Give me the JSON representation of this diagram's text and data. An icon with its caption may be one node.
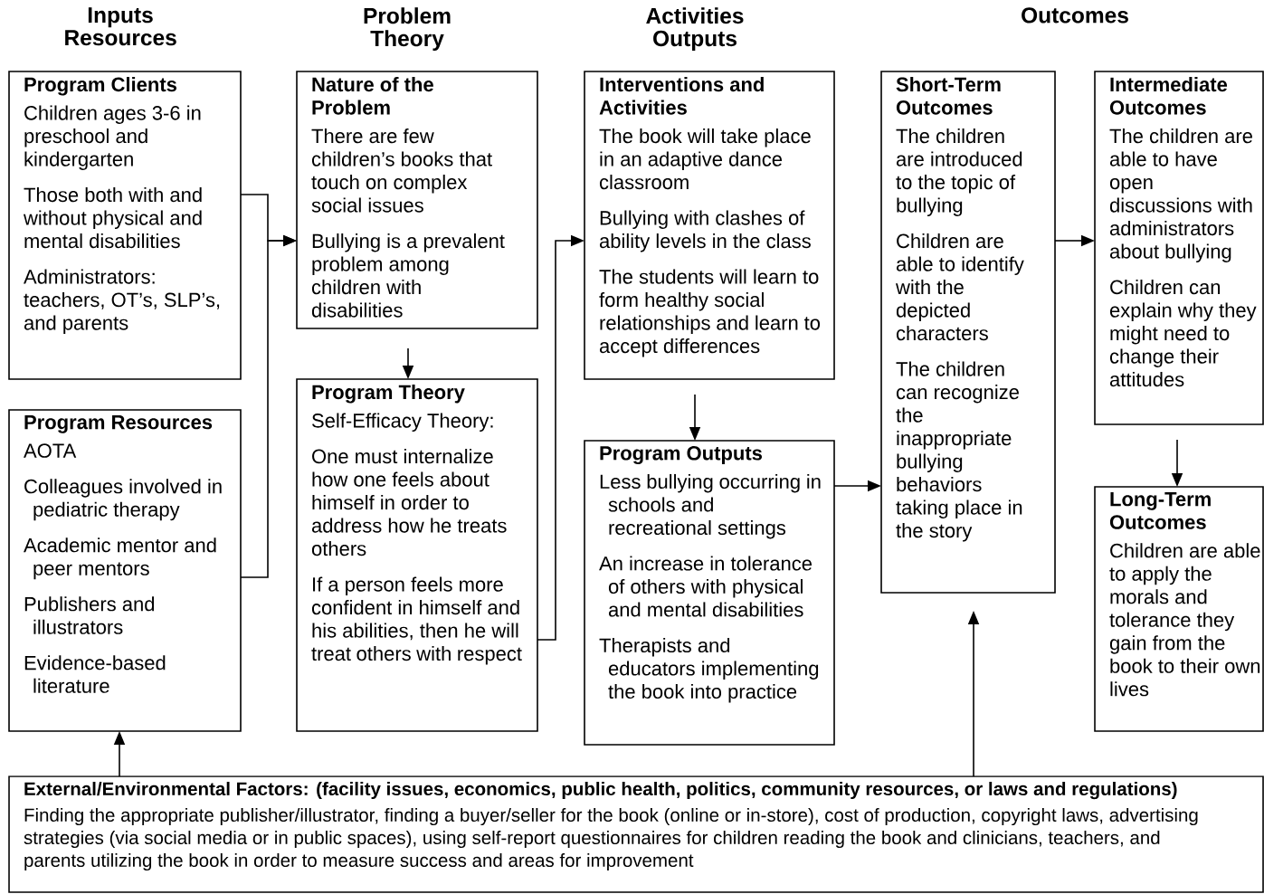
{
  "diagram": {
    "nodes": [
      {
        "text": [
          "Program Clients",
          "Children ages 3-6 in preschool and kindergarten",
          "Those both with and without physical and mental disabilities",
          "Administrators: teachers, OT’s, SLP’s, and parents"
        ]
      },
      {
        "text": [
          "Program Resources",
          "AOTA",
          "Colleagues involved in pediatric therapy",
          "Academic mentor and peer mentors",
          "Publishers and illustrators",
          "Evidence-based literature"
        ]
      },
      {
        "text": [
          "Nature of the Problem",
          "There are few children’s books that touch on complex social issues",
          "Bullying is a prevalent problem among children with disabilities"
        ]
      },
      {
        "text": [
          "Program Theory",
          "Self-Efficacy Theory:",
          "One must internalize how one feels about himself in order to address how he treats others",
          "If a person feels more confident in himself and his abilities, then he will treat others with respect"
        ]
      },
      {
        "text": [
          "Interventions and Activities",
          "The book will take place in an adaptive dance classroom",
          "Bullying with clashes of ability levels in the class",
          "The students will learn to form healthy social relationships and learn to accept differences"
        ]
      },
      {
        "text": [
          "Program Outputs",
          "Less bullying occurring in schools and recreational settings",
          "An increase in tolerance of others with physical and mental disabilities",
          "Therapists and educators implementing the book into practice"
        ]
      },
      {
        "text": [
          "Short-Term Outcomes",
          "The children are introduced to the topic of bullying",
          "Children are able to identify with the depicted characters",
          "The children can recognize the inappropriate bullying behaviors taking place in the story"
        ]
      },
      {
        "text": [
          "Intermediate Outcomes",
          "The children are able to have open discussions with administrators about bullying",
          "Children can explain why they might need to change their attitudes"
        ]
      },
      {
        "text": [
          "Long-Term Outcomes",
          "Children are able to apply the morals and tolerance they gain from the book to their own lives"
        ]
      },
      {
        "text": [
          "External/Environmental Factors: (facility issues, economics, public health, politics, community resources, or laws and regulations)",
          "Finding the appropriate publisher/illustrator, finding a buyer/seller for the book (online or in-store), cost of production, copyright laws, advertising strategies (via social media or in public spaces), using self-report questionnaires for children reading the book and clinicians, teachers, and parents utilizing the book in order to measure success and areas for improvement"
        ]
      }
    ],
    "edges": [
      {
        "from": 0,
        "to": 2,
        "arrow": "to"
      },
      {
        "from": 1,
        "to": 2,
        "arrow": "to"
      },
      {
        "from": 2,
        "to": 3,
        "arrow": "to"
      },
      {
        "from": 3,
        "to": 4,
        "arrow": "to"
      },
      {
        "from": 4,
        "to": 5,
        "arrow": "to"
      },
      {
        "from": 5,
        "to": 6,
        "arrow": "to"
      },
      {
        "from": 6,
        "to": 7,
        "arrow": "to"
      },
      {
        "from": 7,
        "to": 8,
        "arrow": "to"
      },
      {
        "from": 9,
        "to": 1,
        "arrow": "to"
      },
      {
        "from": 9,
        "to": 6,
        "arrow": "to"
      }
    ],
    "labels": [
      "Inputs Resources",
      "Problem Theory",
      "Activities Outputs",
      "Outcomes"
    ]
  }
}
